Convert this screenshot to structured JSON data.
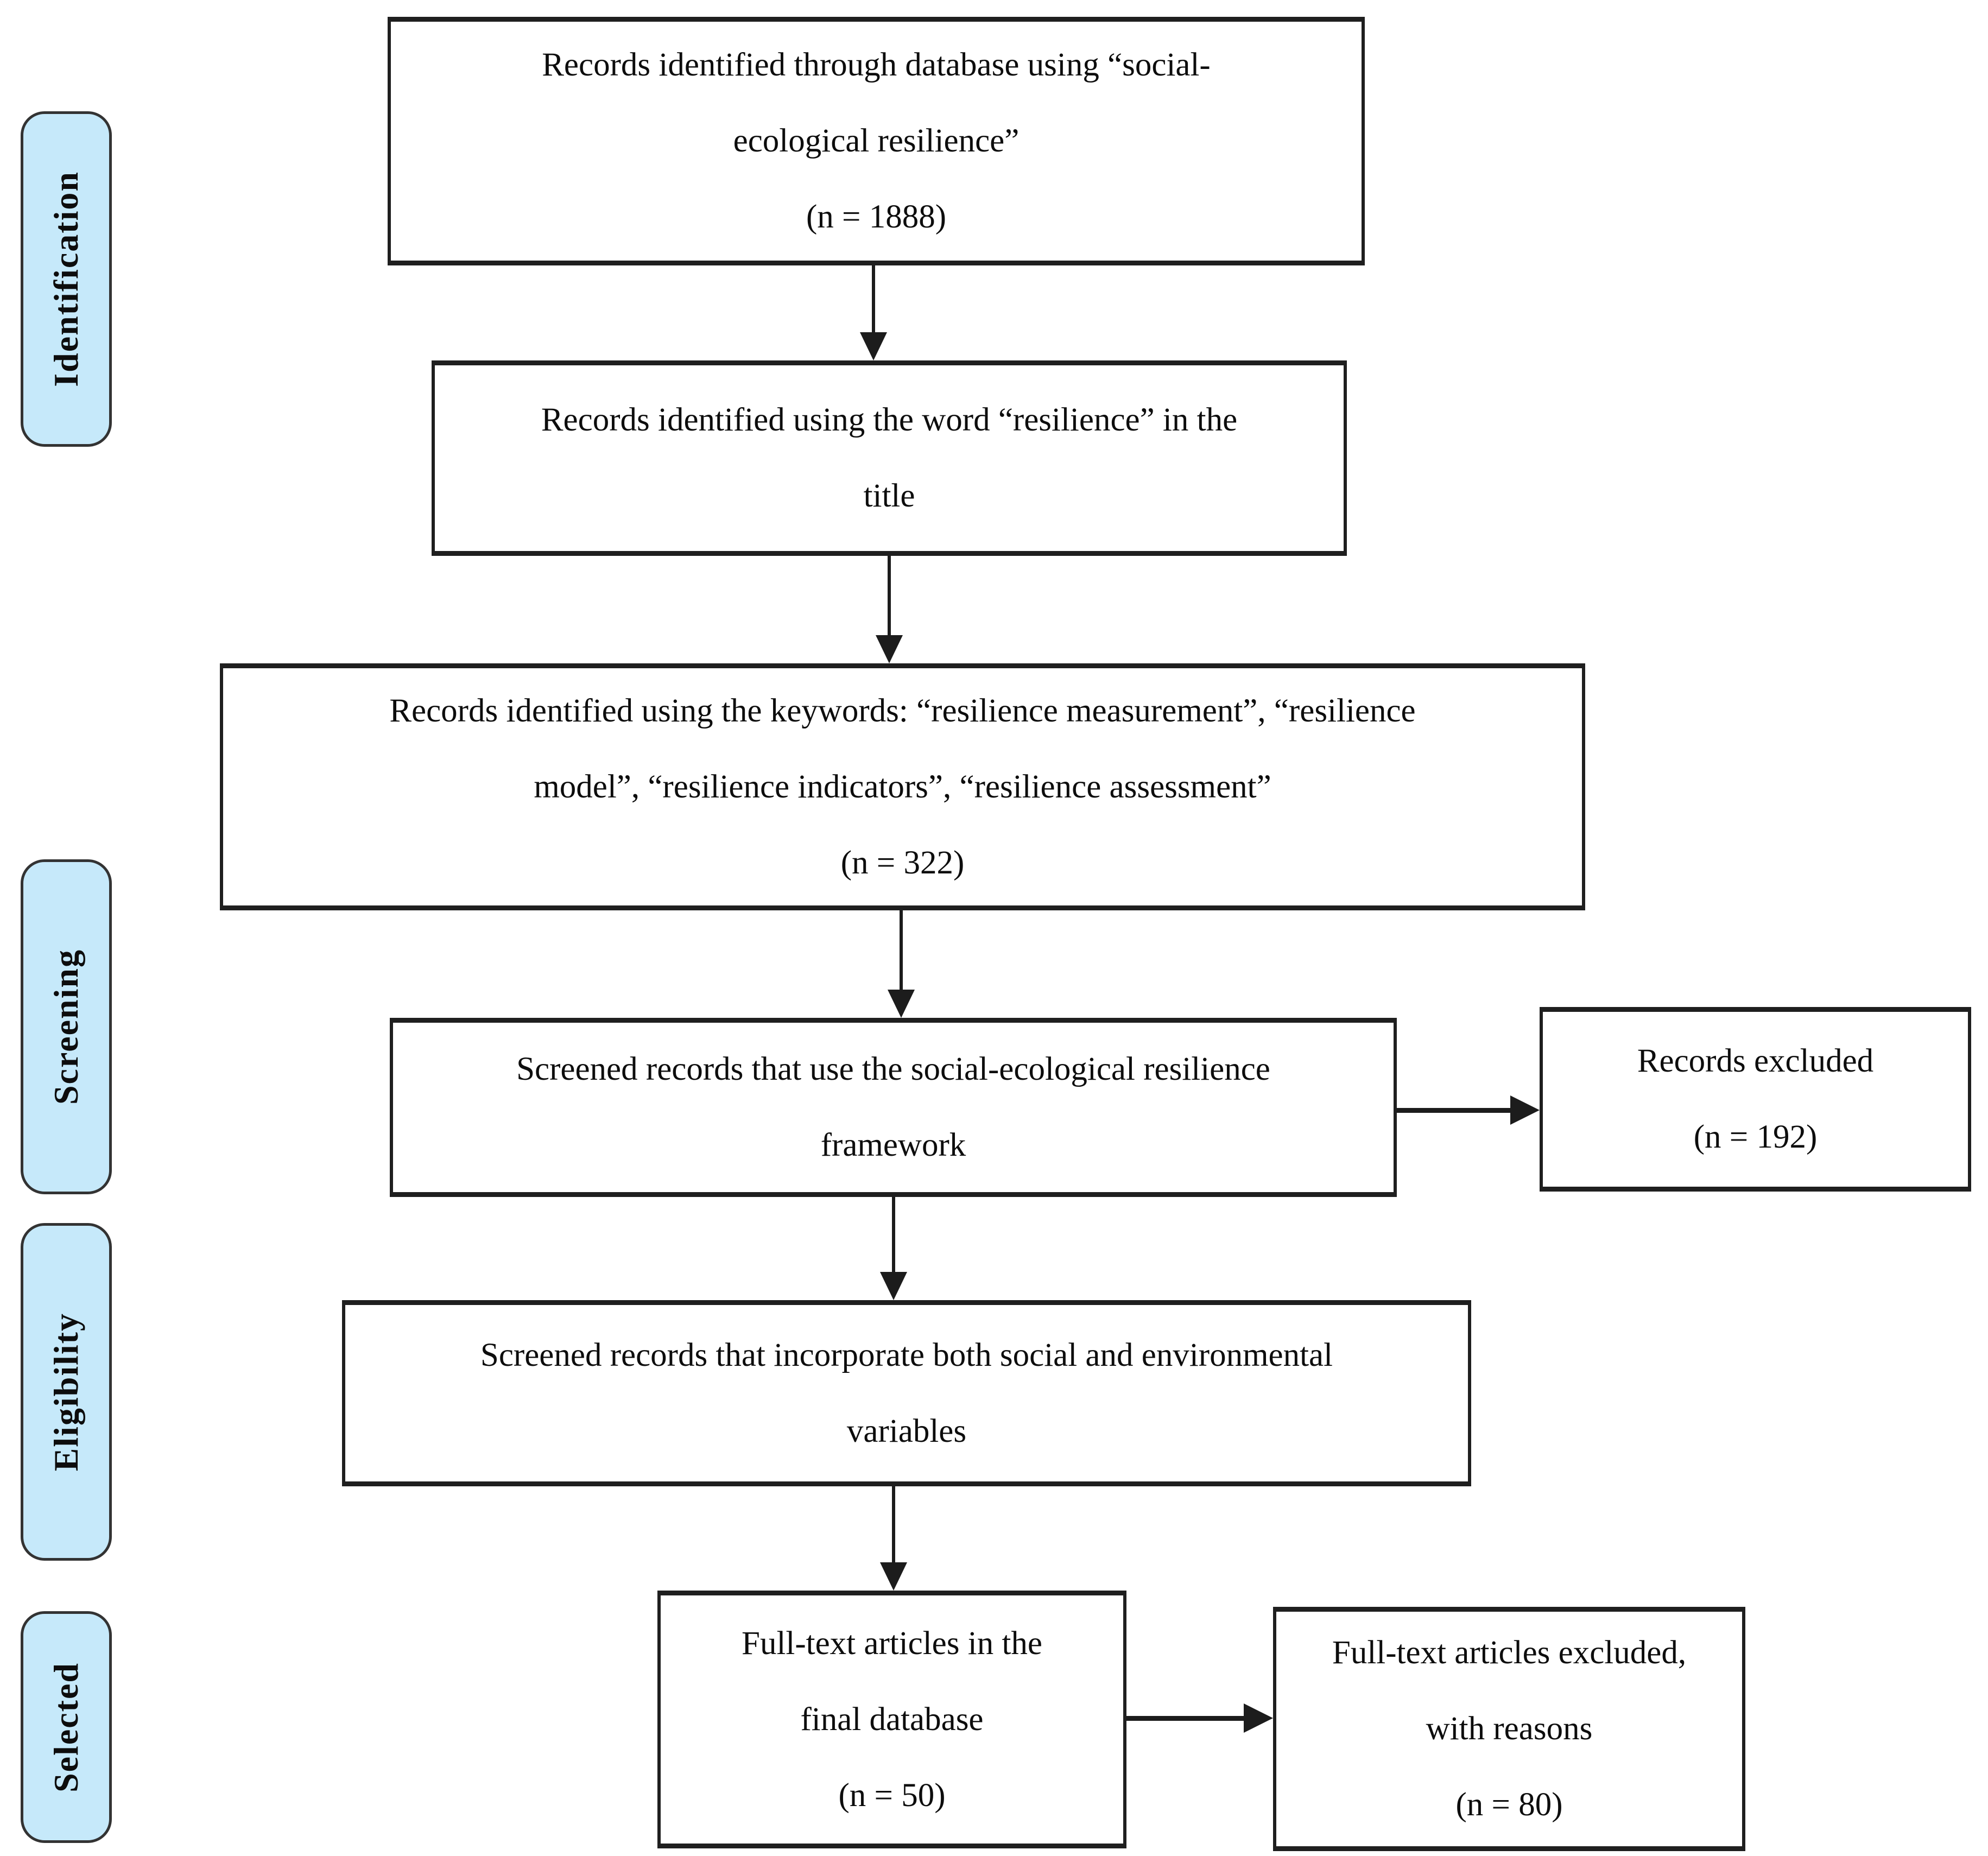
{
  "palette": {
    "page_bg": "#ffffff",
    "label_fill": "#c6e9fa",
    "label_border": "#333333",
    "box_border": "#1f1f1f",
    "arrow": "#1c1c1c",
    "text": "#0d0d0d"
  },
  "stages": [
    {
      "label": "Identification"
    },
    {
      "label": "Screening"
    },
    {
      "label": "Eligibility"
    },
    {
      "label": "Selected"
    }
  ],
  "boxes": {
    "identified_database": {
      "n": 1888,
      "lines": [
        "Records identified through database using “social-",
        "ecological resilience”",
        "(n = 1888)"
      ]
    },
    "identified_title": {
      "lines": [
        "Records identified using the word “resilience” in the",
        "title"
      ]
    },
    "identified_keywords": {
      "n": 322,
      "lines": [
        "Records identified using the keywords: “resilience measurement”, “resilience",
        "model”, “resilience indicators”, “resilience assessment”",
        "(n = 322)"
      ]
    },
    "screened_framework": {
      "lines": [
        "Screened records that use the social-ecological resilience",
        "framework"
      ]
    },
    "records_excluded": {
      "n": 192,
      "lines": [
        "Records excluded",
        "(n = 192)"
      ]
    },
    "screened_variables": {
      "lines": [
        "Screened records that incorporate both social and environmental",
        "variables"
      ]
    },
    "fulltext_final": {
      "n": 50,
      "lines": [
        "Full-text articles in the",
        "final database",
        "(n = 50)"
      ]
    },
    "fulltext_excluded": {
      "n": 80,
      "lines": [
        "Full-text articles excluded,",
        "with reasons",
        "(n = 80)"
      ]
    }
  }
}
